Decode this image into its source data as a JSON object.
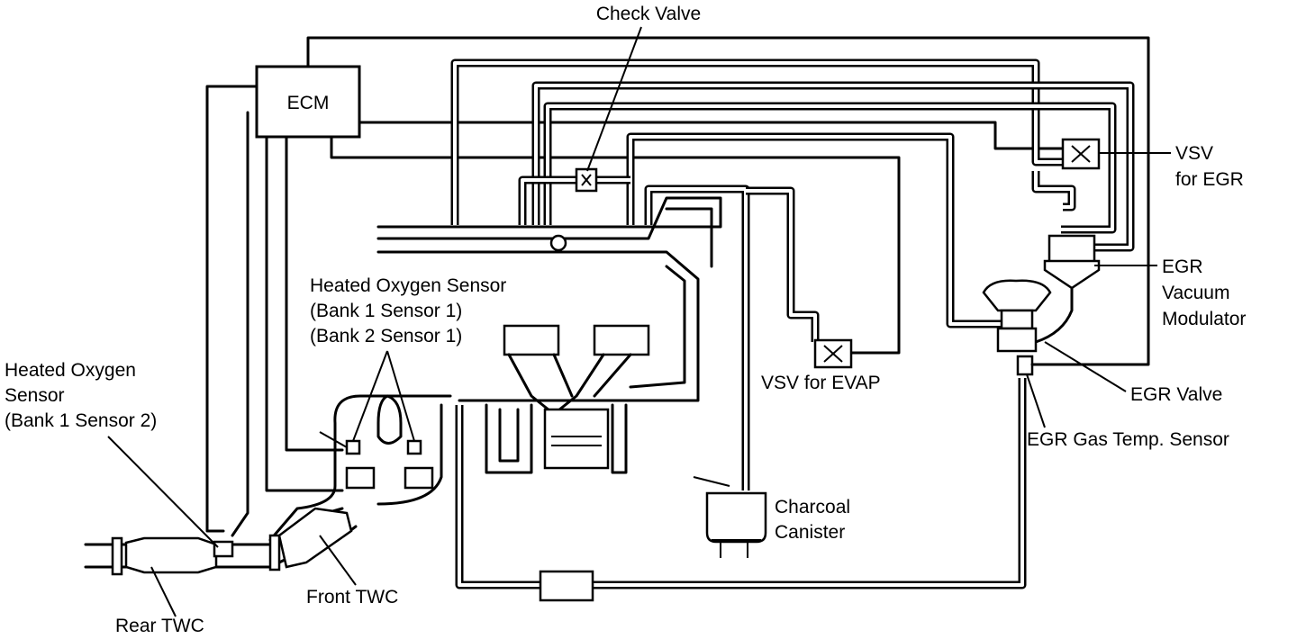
{
  "labels": {
    "check_valve": "Check Valve",
    "ecm": "ECM",
    "vsv_egr_line1": "VSV",
    "vsv_egr_line2": "for EGR",
    "egr_mod_line1": "EGR",
    "egr_mod_line2": "Vacuum",
    "egr_mod_line3": "Modulator",
    "ho2_front_line1": "Heated Oxygen Sensor",
    "ho2_front_line2": "(Bank 1 Sensor 1)",
    "ho2_front_line3": "(Bank 2 Sensor 1)",
    "ho2_rear_line1": "Heated Oxygen",
    "ho2_rear_line2": "Sensor",
    "ho2_rear_line3": "(Bank 1 Sensor 2)",
    "vsv_evap": "VSV for EVAP",
    "egr_valve": "EGR Valve",
    "egr_temp": "EGR Gas Temp. Sensor",
    "canister_line1": "Charcoal",
    "canister_line2": "Canister",
    "front_twc": "Front TWC",
    "rear_twc": "Rear TWC"
  }
}
